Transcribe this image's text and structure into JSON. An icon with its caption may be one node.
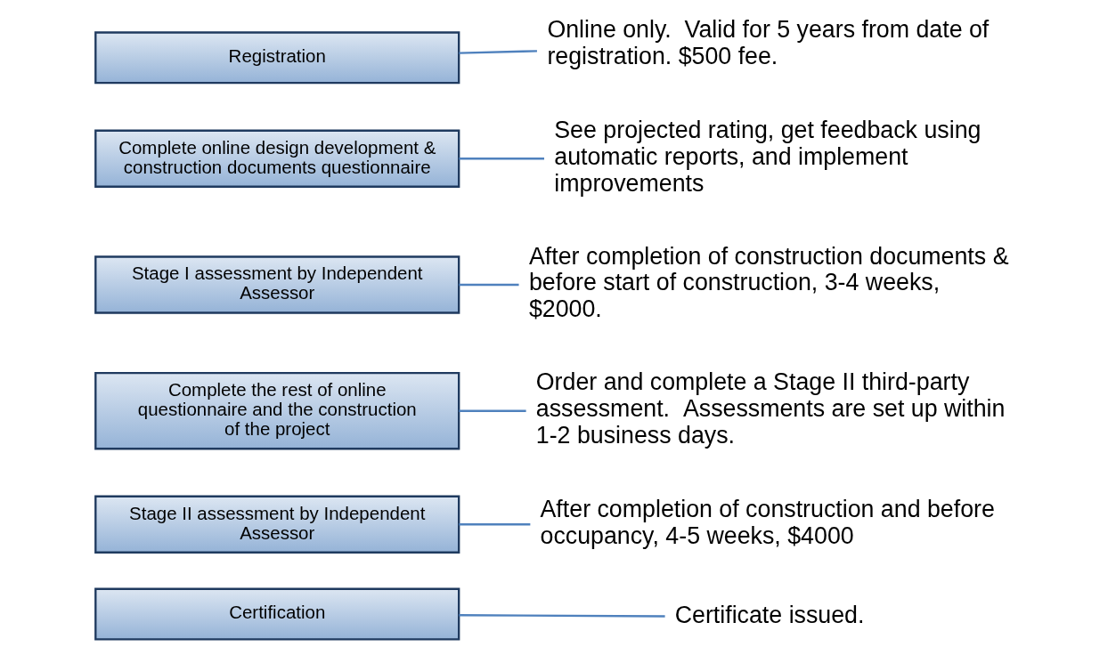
{
  "diagram": {
    "nodes": [
      {
        "text": [
          "Registration"
        ]
      },
      {
        "text": [
          "Online only.  Valid for 5 years from date of registration. $500 fee."
        ]
      },
      {
        "text": [
          "Complete online design development & construction documents questionnaire"
        ]
      },
      {
        "text": [
          "See projected rating, get feedback using automatic reports, and implement improvements"
        ]
      },
      {
        "text": [
          "Stage I assessment by Independent Assessor"
        ]
      },
      {
        "text": [
          "After completion of construction documents & before start of construction, 3-4 weeks, $2000."
        ]
      },
      {
        "text": [
          "Complete the rest of online questionnaire and the construction of the project"
        ]
      },
      {
        "text": [
          "Order and complete a Stage II third-party assessment.  Assessments are set up within 1-2 business days."
        ]
      },
      {
        "text": [
          "Stage II assessment by Independent Assessor"
        ]
      },
      {
        "text": [
          "After completion of construction and before occupancy, 4-5 weeks, $4000"
        ]
      },
      {
        "text": [
          "Certification"
        ]
      },
      {
        "text": [
          "Certificate issued."
        ]
      }
    ],
    "edges": [
      {
        "from": 0,
        "to": 1,
        "arrow": "none"
      },
      {
        "from": 2,
        "to": 3,
        "arrow": "none"
      },
      {
        "from": 4,
        "to": 5,
        "arrow": "none"
      },
      {
        "from": 6,
        "to": 7,
        "arrow": "none"
      },
      {
        "from": 8,
        "to": 9,
        "arrow": "none"
      },
      {
        "from": 10,
        "to": 11,
        "arrow": "none"
      }
    ]
  }
}
